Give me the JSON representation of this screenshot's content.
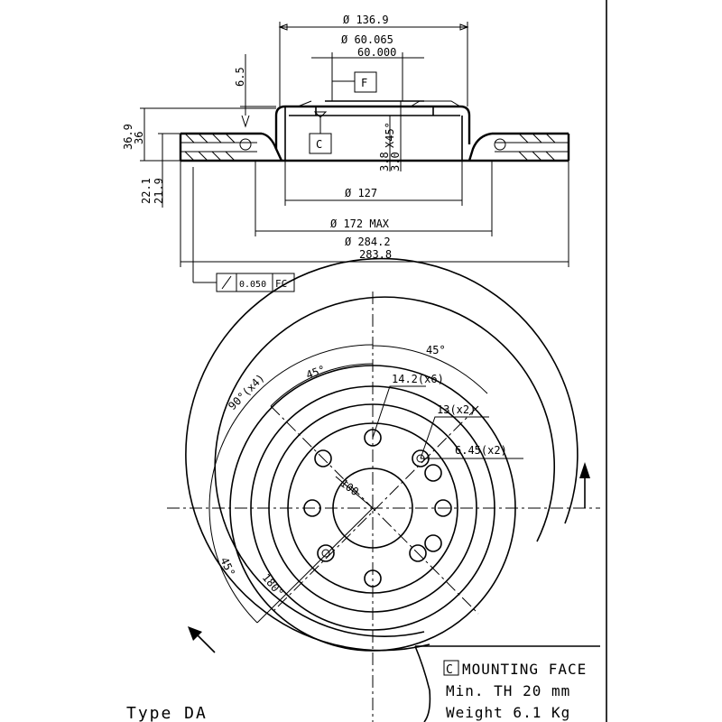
{
  "dimensions": {
    "dia_136_9": "Ø 136.9",
    "dia_60_065": "Ø 60.065",
    "dia_60_000": "60.000",
    "h_6_5": "6.5",
    "h_36_9": "36.9",
    "h_36": "36",
    "h_22_1": "22.1",
    "h_21_9": "21.9",
    "chamfer_3_8": "3.8",
    "chamfer_3_0": "3.0",
    "chamfer_45": "X45°",
    "dia_127": "Ø 127",
    "dia_172": "Ø 172 MAX",
    "dia_284_2": "Ø 284.2",
    "dia_283_8": "283.8"
  },
  "datums": {
    "f": "F",
    "c": "C"
  },
  "tolerance_frame": {
    "value": "0.050",
    "ref": "FC"
  },
  "front_view": {
    "angle_45_top": "45°",
    "angle_45_left": "45°",
    "angle_90x4": "90°(x4)",
    "hole_14_2": "14.2(x6)",
    "hole_13": "13(x2)",
    "hole_6_45": "6.45(x2)",
    "pcd_100": "100",
    "angle_45_bottom": "45°",
    "angle_180": "180°"
  },
  "notes": {
    "mounting_face": "MOUNTING FACE",
    "mounting_symbol": "C",
    "min_th": "Min. TH  20 mm",
    "weight": "Weight 6.1 Kg"
  },
  "type_label": "Type DA"
}
